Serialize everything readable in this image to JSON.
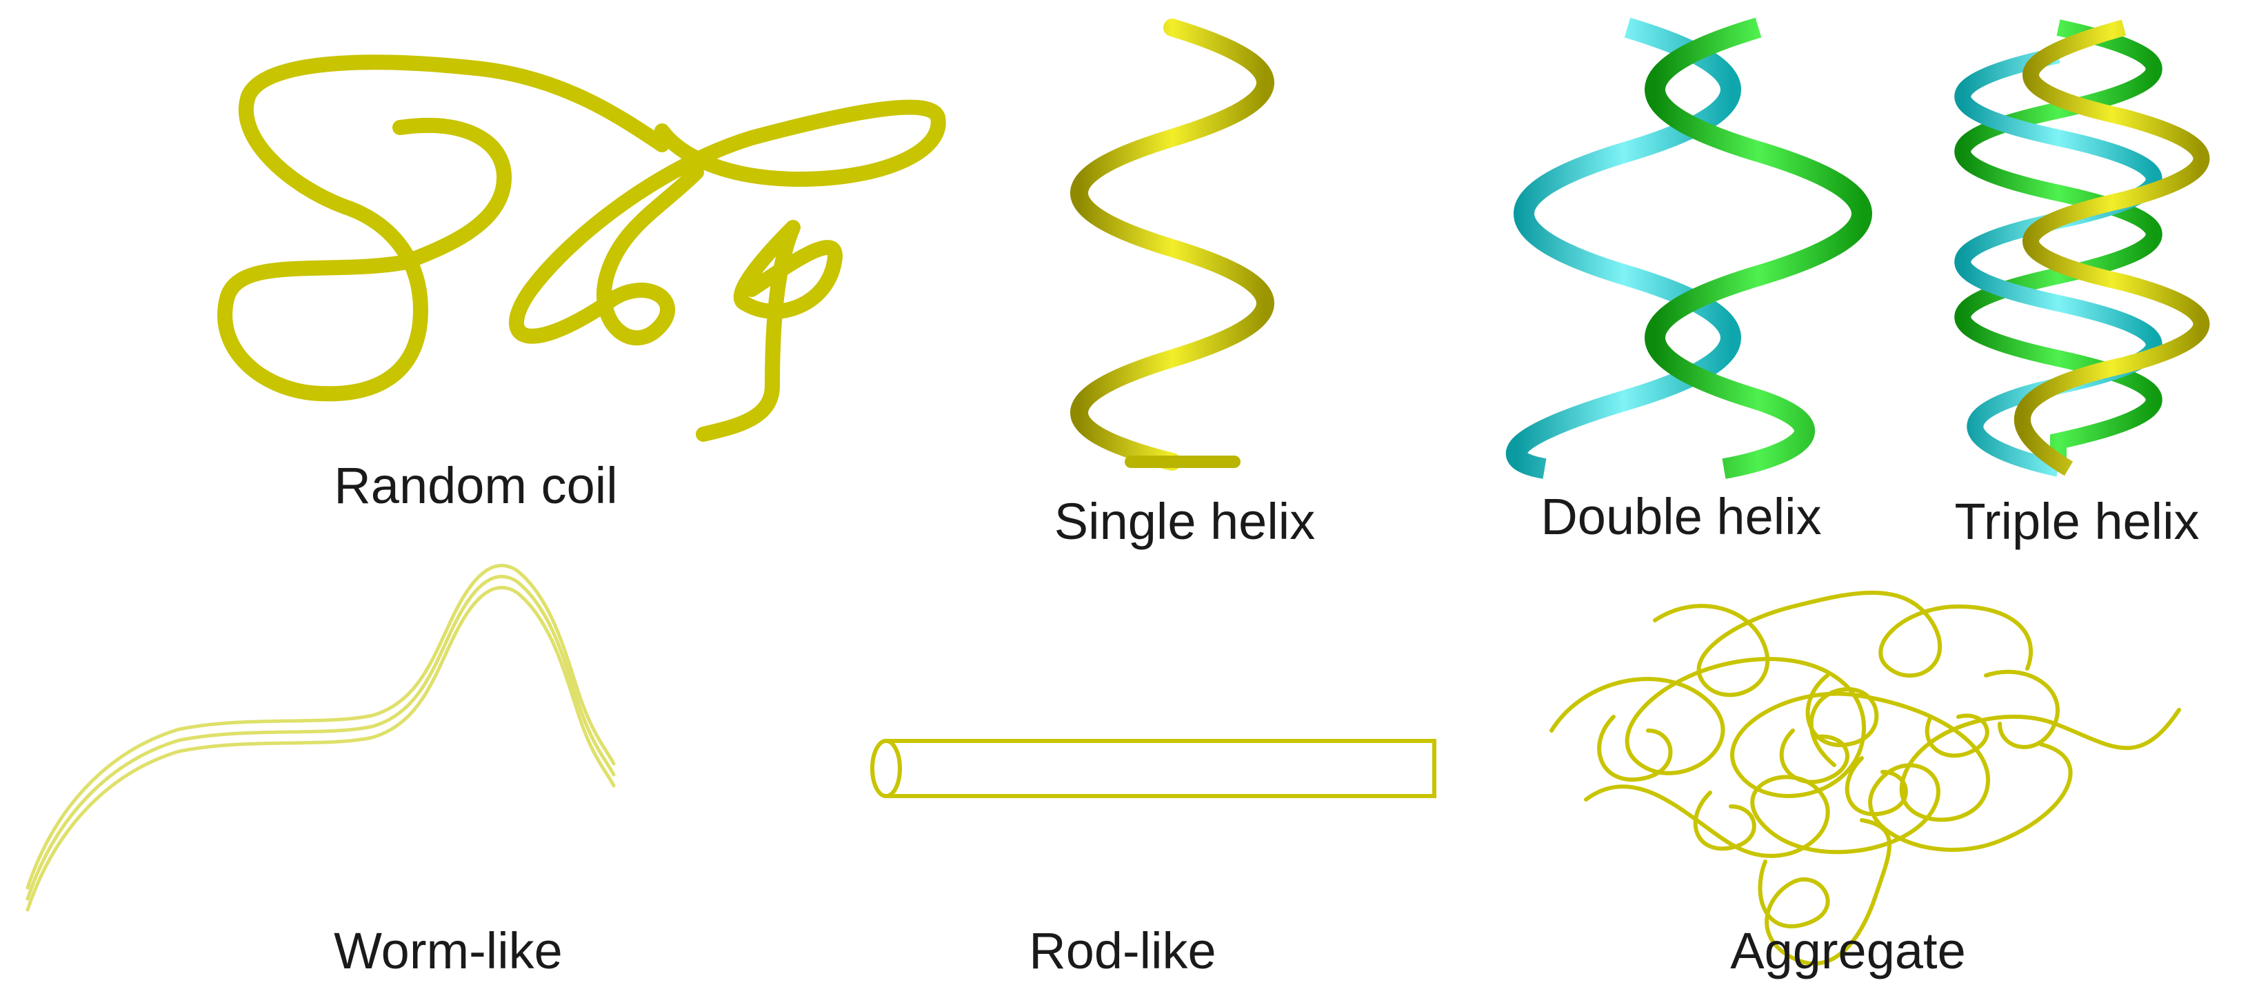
{
  "labels": {
    "random_coil": "Random coil",
    "single_helix": "Single helix",
    "double_helix": "Double helix",
    "triple_helix": "Triple helix",
    "worm_like": "Worm-like",
    "rod_like": "Rod-like",
    "aggregate": "Aggregate"
  },
  "colors": {
    "chain": "#c8c400",
    "chain_light": "#dfe06a",
    "strand_cyan": "#22d3d8",
    "strand_green": "#1ec21e",
    "text": "#1a1a1a"
  }
}
